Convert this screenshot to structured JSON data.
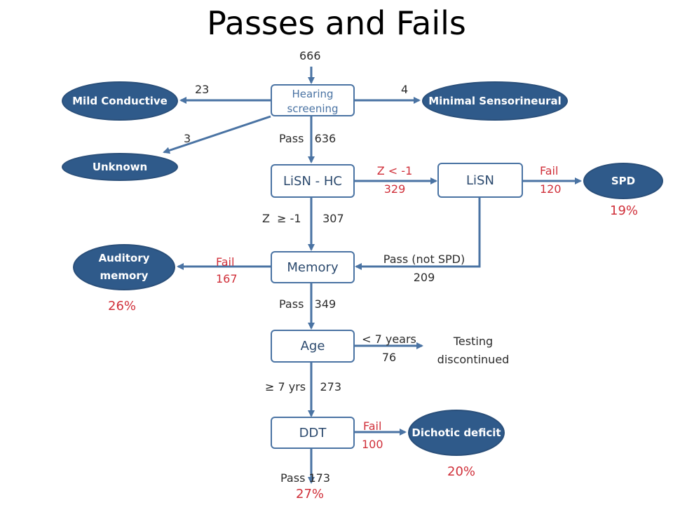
{
  "title": "Passes and Fails",
  "colors": {
    "box_border": "#4a73a3",
    "ellipse_fill": "#2f5a8a",
    "red": "#d0303a",
    "arrow": "#4a73a3"
  },
  "nodes": {
    "hearing": "Hearing screening",
    "lisn_hc": "LiSN - HC",
    "lisn": "LiSN",
    "memory": "Memory",
    "age": "Age",
    "ddt": "DDT"
  },
  "outcomes": {
    "mild": "Mild Conductive",
    "minimal": "Minimal Sensorineural",
    "unknown": "Unknown",
    "spd": "SPD",
    "auditory": "Auditory memory",
    "dichotic": "Dichotic deficit",
    "testing": "Testing discontinued"
  },
  "labels": {
    "total": "666",
    "mild_count": "23",
    "minimal_count": "4",
    "unknown_count": "3",
    "pass_636": "Pass   636",
    "z_lt_1": "Z < -1",
    "n_329": "329",
    "fail_word": "Fail",
    "n_120": "120",
    "z_ge_1": "Z  ≥ -1      307",
    "pass_not_spd": "Pass (not SPD)",
    "n_209": "209",
    "n_167": "167",
    "pass_349": "Pass   349",
    "lt_7": "< 7 years",
    "n_76": "76",
    "ge_7": "≥ 7 yrs    273",
    "n_100": "100",
    "pass_173": "Pass 173"
  },
  "percentages": {
    "spd": "19%",
    "auditory": "26%",
    "dichotic": "20%",
    "pass": "27%"
  }
}
